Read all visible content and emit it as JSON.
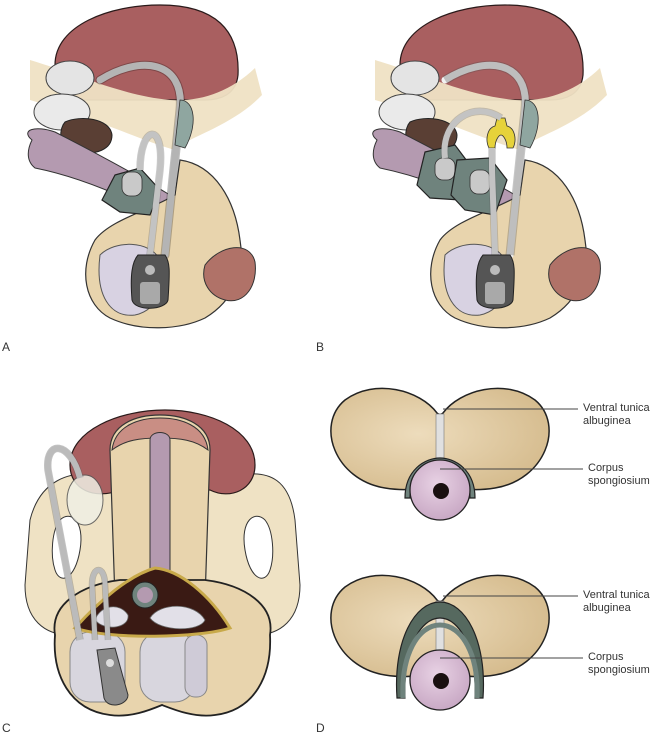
{
  "figure": {
    "panels": [
      {
        "letter": "A",
        "subject": "three-piece-implant-single-cuff-lateral"
      },
      {
        "letter": "B",
        "subject": "three-piece-implant-double-cuff-lateral"
      },
      {
        "letter": "C",
        "subject": "perineal-exposure-view"
      },
      {
        "letter": "D",
        "subject": "cross-sections-cuff-placement"
      }
    ],
    "cross_sections": [
      {
        "labels": [
          {
            "line1": "Ventral tunica",
            "line2": "albuginea"
          },
          {
            "line1": "Corpus",
            "line2": "spongiosium"
          }
        ]
      },
      {
        "labels": [
          {
            "line1": "Ventral tunica",
            "line2": "albuginea"
          },
          {
            "line1": "Corpus",
            "line2": "spongiosium"
          }
        ]
      }
    ]
  },
  "colors": {
    "bladder": "#a95f60",
    "pubic_bone": "#efe2c4",
    "tissue": "#e8d4ad",
    "urethra": "#b49ab0",
    "prostate": "#5a3f34",
    "cuff": "#6f837d",
    "tubing": "#f2f2f2",
    "pump": "#555555",
    "testis": "#d8d2e2",
    "glans": "#b07268",
    "connector": "#e6d23a",
    "corpora": "#dcc49a",
    "spongiosum": "#d8bcd6",
    "outline": "#222222"
  }
}
